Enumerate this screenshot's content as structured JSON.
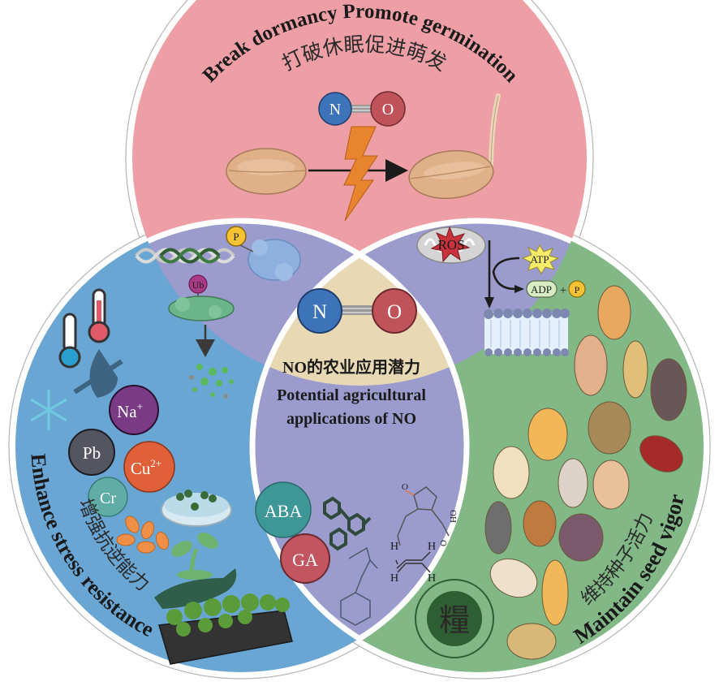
{
  "diagram": {
    "type": "three-circle-venn",
    "regions": {
      "top": {
        "title_en": "Break dormancy Promote germination",
        "title_cn": "打破休眠促进萌发",
        "color": "#ee9fa5",
        "molecule": {
          "atom1": "N",
          "atom2": "O"
        }
      },
      "left": {
        "title_en": "Enhance stress resistance",
        "title_cn": "增强抗逆能力",
        "color": "#6aa6d4",
        "ions": [
          "Na+",
          "Pb",
          "Cu2+",
          "Cr"
        ],
        "ion_display": {
          "na": {
            "base": "Na",
            "sup": "+"
          },
          "pb": {
            "base": "Pb",
            "sup": ""
          },
          "cu": {
            "base": "Cu",
            "sup": "2+"
          },
          "cr": {
            "base": "Cr",
            "sup": ""
          }
        }
      },
      "right": {
        "title_en": "Maintain seed vigor",
        "title_cn": "维持种子活力",
        "color": "#82b886"
      },
      "center": {
        "title_cn": "NO的农业应用潜力",
        "title_en_line1": "Potential agricultural",
        "title_en_line2": "applications of NO",
        "color": "#e8d9b4",
        "molecule": {
          "atom1": "N",
          "atom2": "O"
        }
      },
      "top_left_overlap": {
        "color": "#9c9bcd",
        "labels": {
          "phospho": "P",
          "ubiquitin": "Ub"
        }
      },
      "top_right_overlap": {
        "color": "#9c9bcd",
        "labels": {
          "ros": "ROS",
          "atp": "ATP",
          "adp": "ADP",
          "plus": "+",
          "phosphate": "P"
        }
      },
      "bottom_overlap": {
        "color": "#9c9bcd",
        "labels": {
          "aba": "ABA",
          "ga": "GA",
          "h1": "H",
          "h2": "H",
          "h3": "H",
          "h4": "H",
          "o": "O",
          "oh": "OH",
          "o2": "O"
        }
      }
    },
    "colors": {
      "nitrogen": "#3d73b8",
      "oxygen": "#c0525a",
      "bolt": "#e8832e",
      "seed": "#e0b088",
      "na": "#7a3a86",
      "pb": "#545560",
      "cu": "#e0603a",
      "cr": "#5fada6",
      "aba": "#3e9797",
      "ga": "#c25560",
      "ub": "#a83a86",
      "p": "#f4c232",
      "atp": "#f7ec6a",
      "adp": "#d8ecc4",
      "ros": "#c8323c"
    },
    "emblem": {
      "char": "糧"
    }
  }
}
